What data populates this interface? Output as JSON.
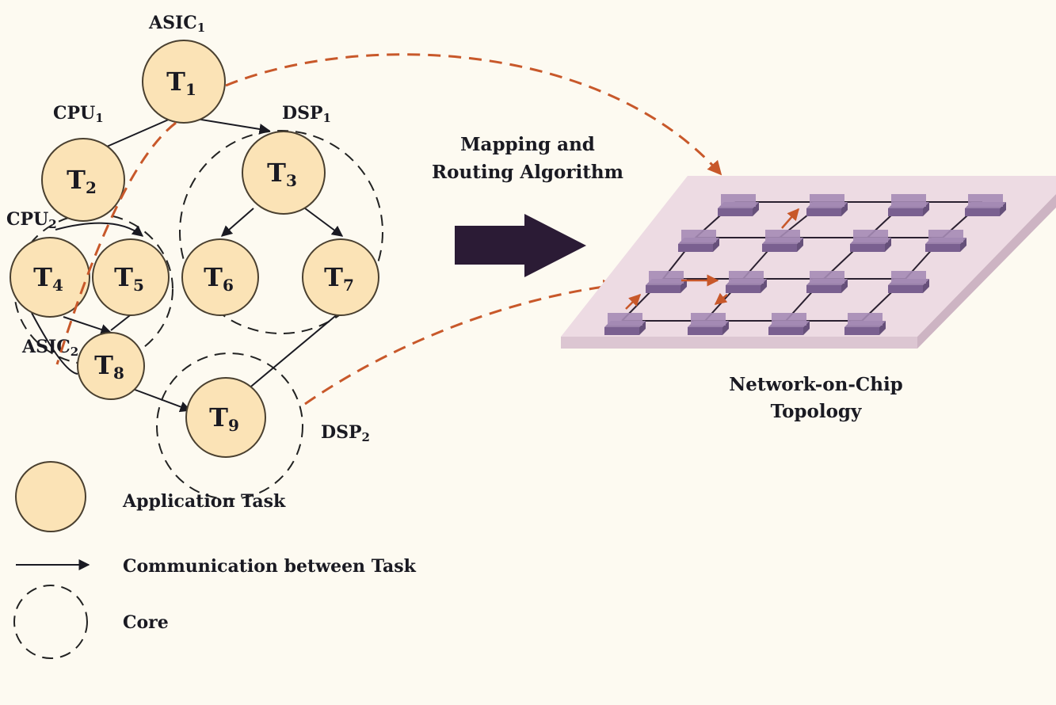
{
  "core_labels": [
    {
      "base": "ASIC",
      "sub": "1"
    },
    {
      "base": "CPU",
      "sub": "1"
    },
    {
      "base": "DSP",
      "sub": "1"
    },
    {
      "base": "CPU",
      "sub": "2"
    },
    {
      "base": "ASIC",
      "sub": "2"
    },
    {
      "base": "DSP",
      "sub": "2"
    }
  ],
  "tasks": [
    {
      "base": "T",
      "sub": "1"
    },
    {
      "base": "T",
      "sub": "2"
    },
    {
      "base": "T",
      "sub": "3"
    },
    {
      "base": "T",
      "sub": "4"
    },
    {
      "base": "T",
      "sub": "5"
    },
    {
      "base": "T",
      "sub": "6"
    },
    {
      "base": "T",
      "sub": "7"
    },
    {
      "base": "T",
      "sub": "8"
    },
    {
      "base": "T",
      "sub": "9"
    }
  ],
  "process": {
    "line1": "Mapping and",
    "line2": "Routing Algorithm"
  },
  "noc": {
    "line1": "Network-on-Chip",
    "line2": "Topology"
  },
  "legend": {
    "task": "Application Task",
    "communication": "Communication between Task",
    "core": "Core"
  },
  "colors": {
    "background": "#fdfaf1",
    "task_fill": "#fbe3b6",
    "task_stroke": "#4a4030",
    "mapping_arrow": "#c8582a",
    "big_arrow": "#2b1b35",
    "platform_top": "#eddbe3",
    "router_top": "#9b82ab",
    "router_side": "#7a6090"
  }
}
